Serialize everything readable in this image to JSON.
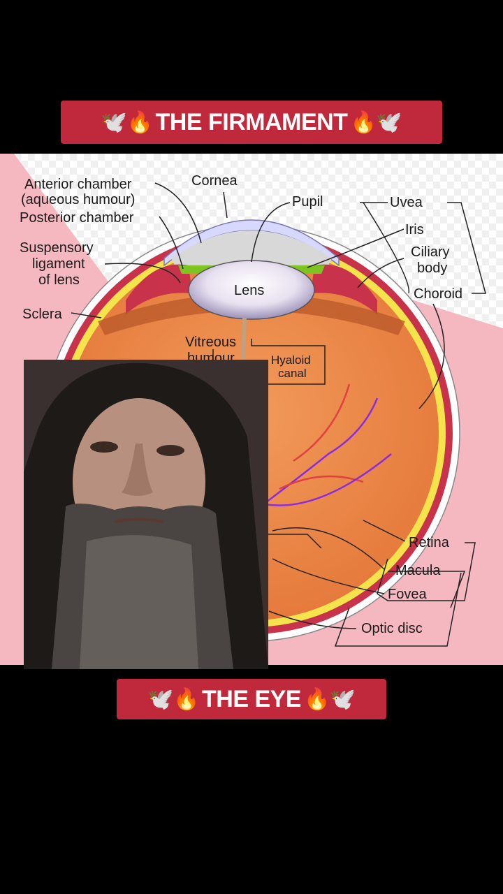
{
  "banners": {
    "top": {
      "text": "THE FIRMAMENT",
      "left_emoji": "🕊️🔥",
      "right_emoji": "🔥🕊️"
    },
    "bottom": {
      "text": "THE EYE",
      "left_emoji": "🕊️🔥",
      "right_emoji": "🔥🕊️"
    }
  },
  "diagram": {
    "labels": {
      "anterior_chamber_1": "Anterior chamber",
      "anterior_chamber_2": "(aqueous humour)",
      "cornea": "Cornea",
      "pupil": "Pupil",
      "uvea": "Uvea",
      "posterior_chamber": "Posterior chamber",
      "iris": "Iris",
      "suspensory_1": "Suspensory",
      "suspensory_2": "ligament",
      "suspensory_3": "of lens",
      "ciliary_1": "Ciliary",
      "ciliary_2": "body",
      "lens": "Lens",
      "choroid": "Choroid",
      "sclera": "Sclera",
      "vitreous_1": "Vitreous",
      "vitreous_2": "humour",
      "hyaloid_1": "Hyaloid",
      "hyaloid_2": "canal",
      "retina": "Retina",
      "macula": "Macula",
      "fovea": "Fovea",
      "optic_disc": "Optic disc"
    }
  },
  "colors": {
    "banner": "#c0283b",
    "background": "#000000",
    "vitreous": "#ee8a4c",
    "iris": "#7dc420",
    "pink_backdrop": "#f6b8c0"
  }
}
